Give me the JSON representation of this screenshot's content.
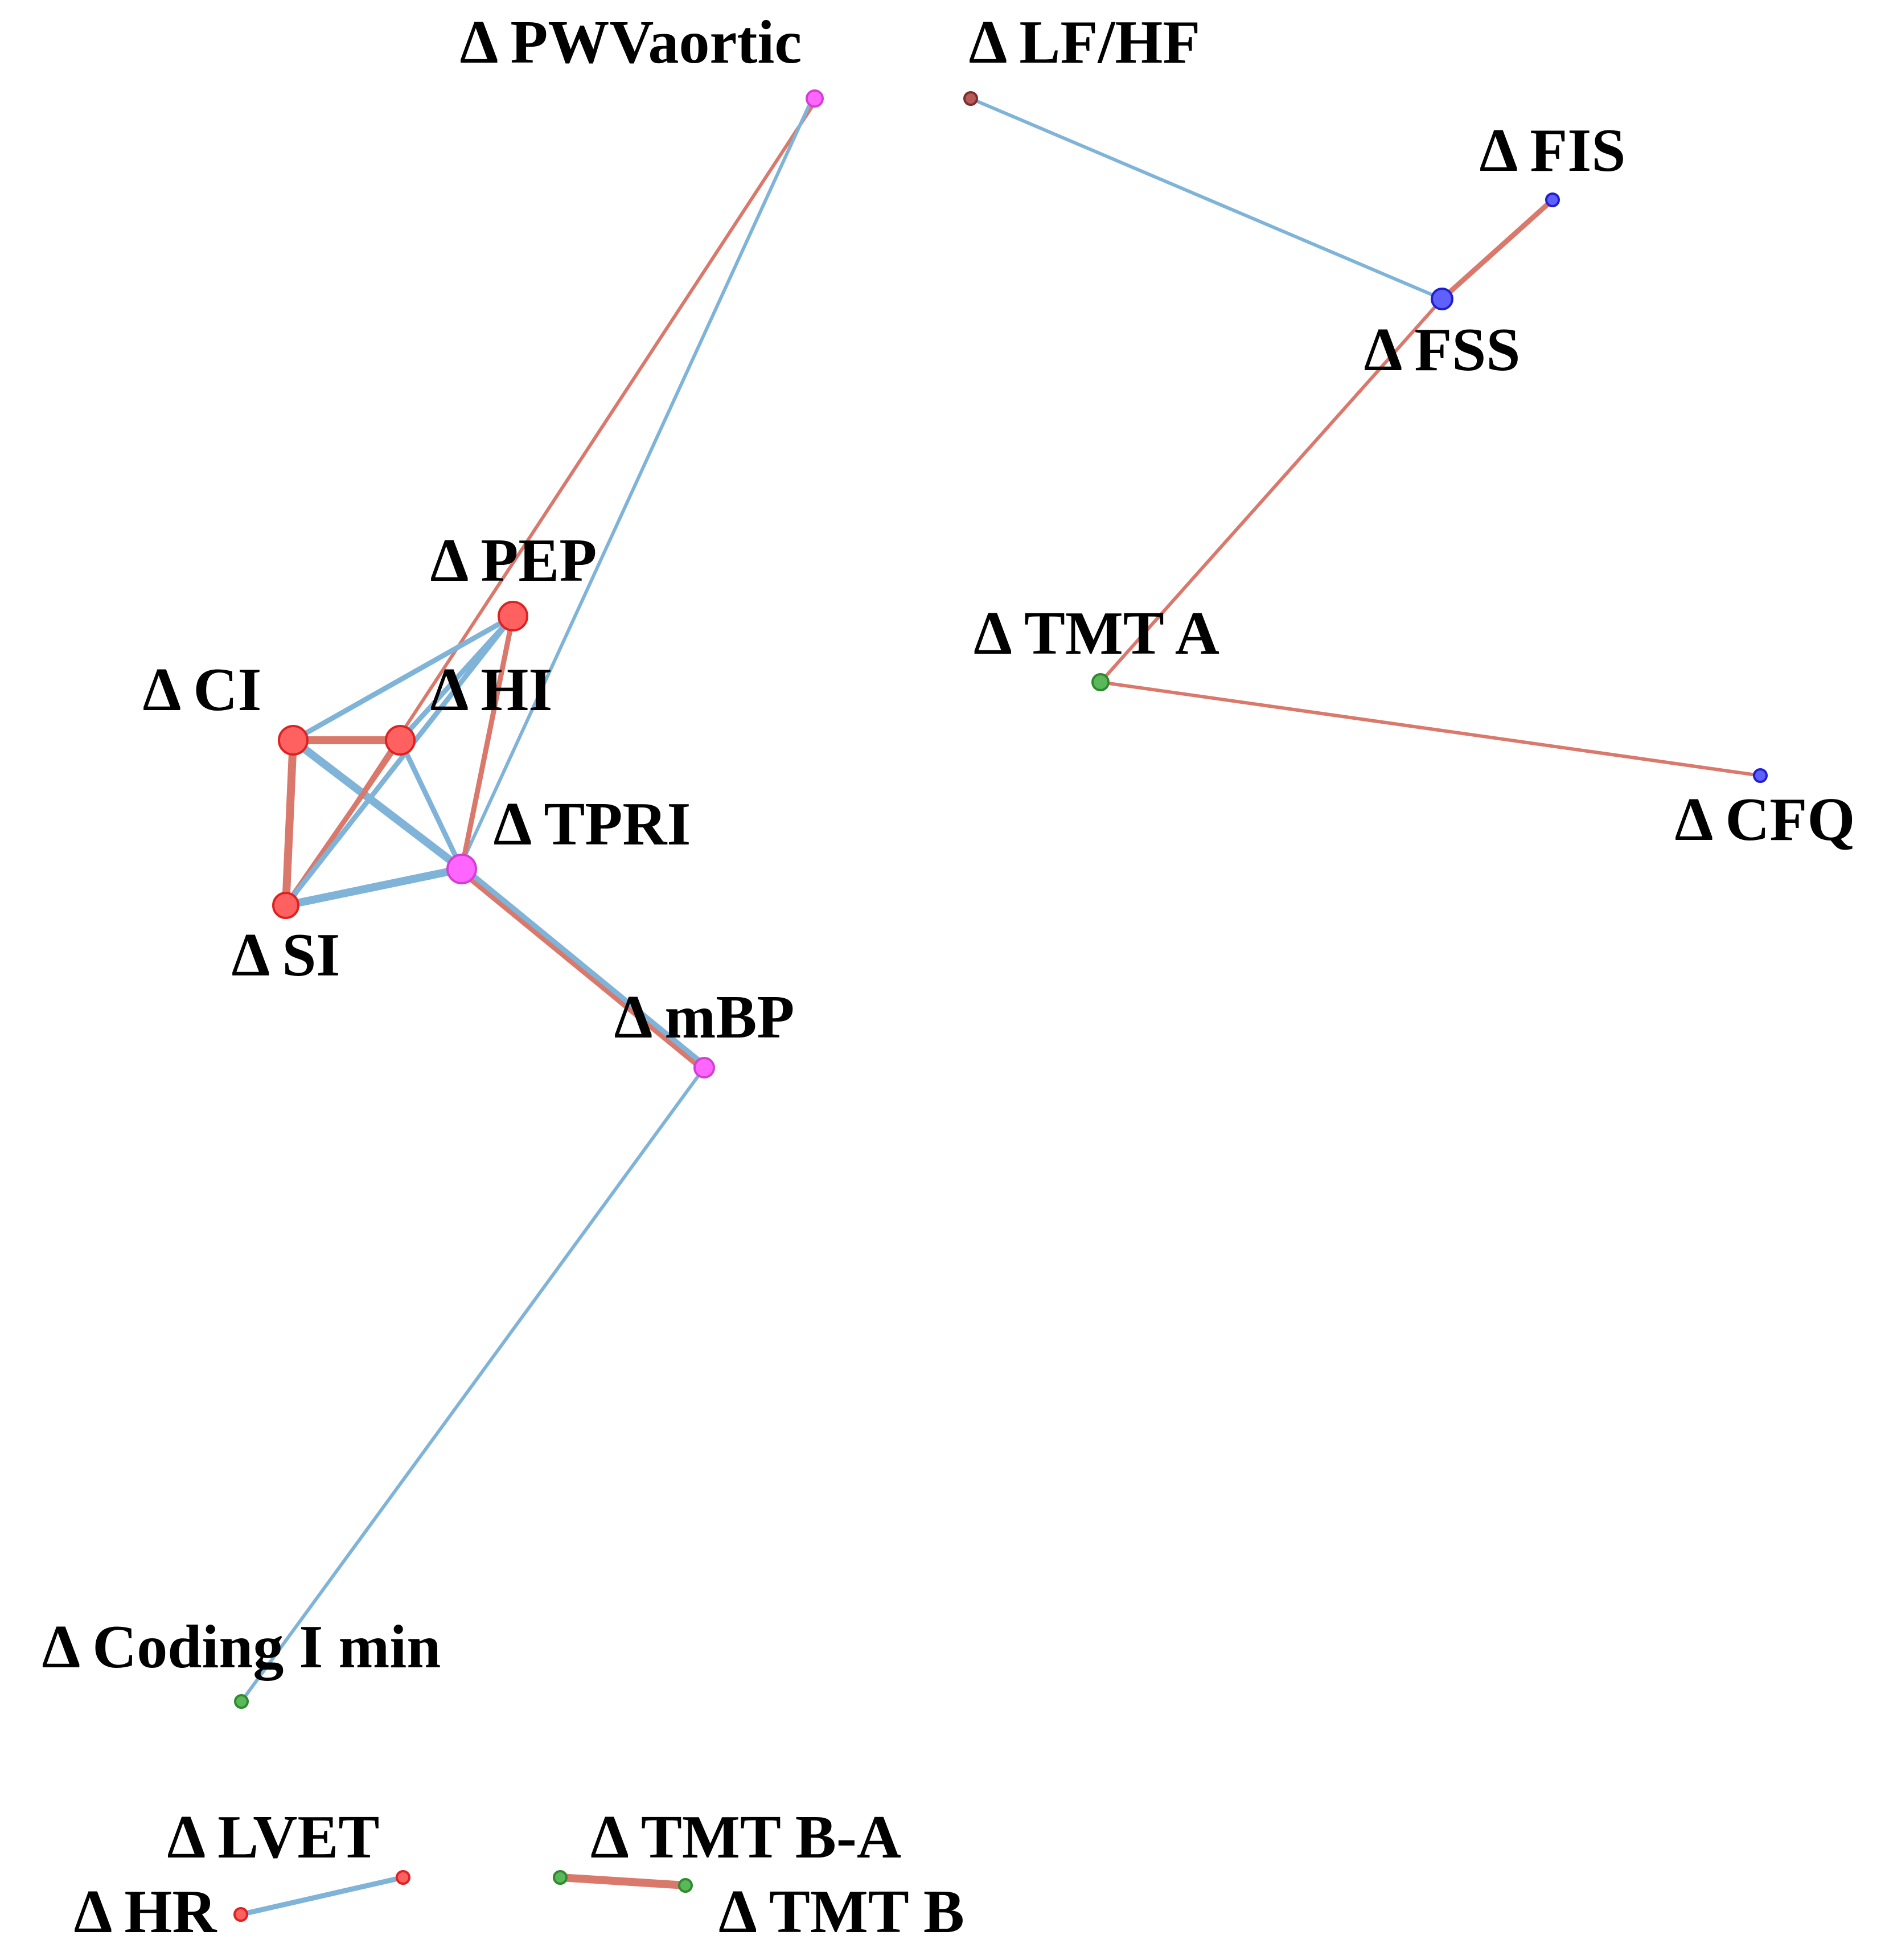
{
  "colors": {
    "positive_edge": "#d9786b",
    "negative_edge": "#7fb3d8",
    "group_hemodynamic": "#ff6060",
    "group_vascular": "#ff66ff",
    "group_fatigue": "#6060ff",
    "group_cognitive": "#5ab85a",
    "group_autonomic": "#b85a5a"
  },
  "nodes": [
    {
      "id": "pwv",
      "label": "Δ PWVaortic",
      "group": "group_vascular"
    },
    {
      "id": "lfhf",
      "label": "Δ LF/HF",
      "group": "group_autonomic"
    },
    {
      "id": "fis",
      "label": "Δ FIS",
      "group": "group_fatigue"
    },
    {
      "id": "fss",
      "label": "Δ FSS",
      "group": "group_fatigue"
    },
    {
      "id": "pep",
      "label": "Δ PEP",
      "group": "group_hemodynamic"
    },
    {
      "id": "ci",
      "label": "Δ CI",
      "group": "group_hemodynamic"
    },
    {
      "id": "hi",
      "label": "Δ HI",
      "group": "group_hemodynamic"
    },
    {
      "id": "tpri",
      "label": "Δ TPRI",
      "group": "group_vascular"
    },
    {
      "id": "si",
      "label": "Δ SI",
      "group": "group_hemodynamic"
    },
    {
      "id": "mbp",
      "label": "Δ mBP",
      "group": "group_vascular"
    },
    {
      "id": "tmta",
      "label": "Δ TMT A",
      "group": "group_cognitive"
    },
    {
      "id": "cfq",
      "label": "Δ CFQ",
      "group": "group_fatigue"
    },
    {
      "id": "coding",
      "label": "Δ Coding I min",
      "group": "group_cognitive"
    },
    {
      "id": "lvet",
      "label": "Δ LVET",
      "group": "group_hemodynamic"
    },
    {
      "id": "hr",
      "label": "Δ HR",
      "group": "group_hemodynamic"
    },
    {
      "id": "tmtba",
      "label": "Δ TMT B-A",
      "group": "group_cognitive"
    },
    {
      "id": "tmtb",
      "label": "Δ TMT B",
      "group": "group_cognitive"
    }
  ],
  "edges": [
    {
      "source": "pwv",
      "target": "si",
      "sign": "positive",
      "strength": "weak"
    },
    {
      "source": "pwv",
      "target": "tpri",
      "sign": "negative",
      "strength": "weak"
    },
    {
      "source": "lfhf",
      "target": "fss",
      "sign": "negative",
      "strength": "weak"
    },
    {
      "source": "fis",
      "target": "fss",
      "sign": "positive",
      "strength": "medium"
    },
    {
      "source": "fss",
      "target": "tmta",
      "sign": "positive",
      "strength": "weak"
    },
    {
      "source": "tmta",
      "target": "cfq",
      "sign": "positive",
      "strength": "weak"
    },
    {
      "source": "ci",
      "target": "hi",
      "sign": "positive",
      "strength": "strong"
    },
    {
      "source": "ci",
      "target": "si",
      "sign": "positive",
      "strength": "strong"
    },
    {
      "source": "ci",
      "target": "pep",
      "sign": "negative",
      "strength": "medium"
    },
    {
      "source": "ci",
      "target": "tpri",
      "sign": "negative",
      "strength": "strong"
    },
    {
      "source": "hi",
      "target": "tpri",
      "sign": "negative",
      "strength": "medium"
    },
    {
      "source": "hi",
      "target": "si",
      "sign": "positive",
      "strength": "medium"
    },
    {
      "source": "hi",
      "target": "pep",
      "sign": "negative",
      "strength": "medium"
    },
    {
      "source": "si",
      "target": "pep",
      "sign": "negative",
      "strength": "medium"
    },
    {
      "source": "si",
      "target": "tpri",
      "sign": "negative",
      "strength": "strong"
    },
    {
      "source": "pep",
      "target": "tpri",
      "sign": "positive",
      "strength": "medium"
    },
    {
      "source": "tpri",
      "target": "mbp",
      "sign": "positive",
      "strength": "medium"
    },
    {
      "source": "tpri",
      "target": "mbp",
      "sign": "negative",
      "strength": "medium"
    },
    {
      "source": "mbp",
      "target": "coding",
      "sign": "negative",
      "strength": "weak"
    },
    {
      "source": "hr",
      "target": "lvet",
      "sign": "negative",
      "strength": "medium"
    },
    {
      "source": "tmtba",
      "target": "tmtb",
      "sign": "positive",
      "strength": "strong"
    }
  ]
}
